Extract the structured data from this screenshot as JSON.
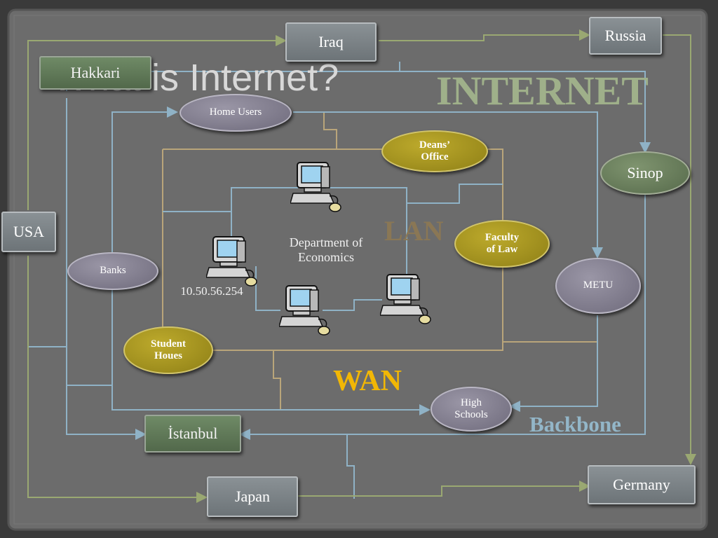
{
  "title": "What is Internet?",
  "labels": {
    "internet": "INTERNET",
    "lan": "LAN",
    "wan": "WAN",
    "backbone": "Backbone",
    "department": "Department of Economics",
    "ip": "10.50.56.254"
  },
  "nodes": {
    "iraq": "Iraq",
    "russia": "Russia",
    "hakkari": "Hakkari",
    "home_users": "Home Users",
    "deans_office": "Deans’ Office",
    "sinop": "Sinop",
    "usa": "USA",
    "banks": "Banks",
    "faculty_of_law": "Faculty of Law",
    "metu": "METU",
    "student_houes": "Student Houes",
    "high_schools": "High Schools",
    "istanbul": "İstanbul",
    "japan": "Japan",
    "germany": "Germany"
  },
  "colors": {
    "background": "#3a3a3a",
    "board": "#6c6c6c",
    "wire_blue": "#8fb2c6",
    "wire_gold": "#b9a57a",
    "wire_green": "#9aa872",
    "internet_text": "#9fb08a",
    "wan_text": "#f2b705",
    "lan_text": "#8a7755",
    "backbone_text": "#93b6c8"
  }
}
